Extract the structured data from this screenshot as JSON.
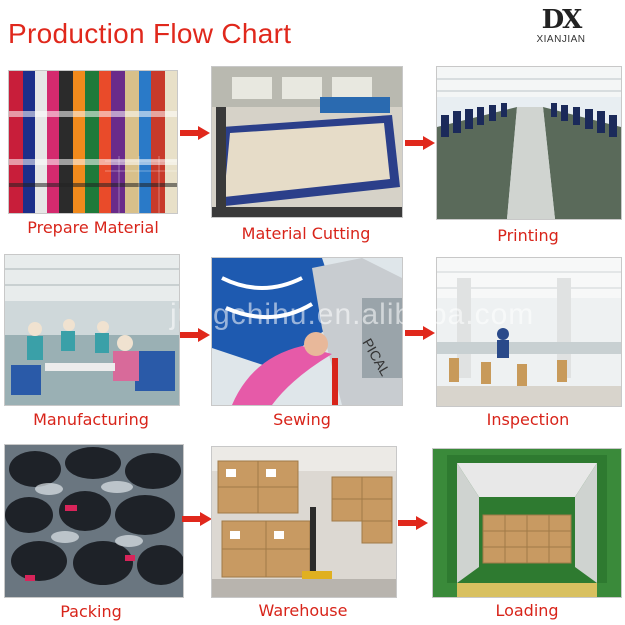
{
  "header": {
    "title": "Production Flow Chart",
    "logo_text": "XIANJIAN",
    "logo_mark": "DX"
  },
  "steps": [
    {
      "label": "Prepare Material"
    },
    {
      "label": "Material Cutting"
    },
    {
      "label": "Printing"
    },
    {
      "label": "Manufacturing"
    },
    {
      "label": "Sewing"
    },
    {
      "label": "Inspection"
    },
    {
      "label": "Packing"
    },
    {
      "label": "Warehouse"
    },
    {
      "label": "Loading"
    }
  ],
  "watermark": "jungchihu.en.alibaba.com",
  "colors": {
    "title": "#e0281c",
    "caption": "#d8241a",
    "arrow": "#e0281c"
  }
}
